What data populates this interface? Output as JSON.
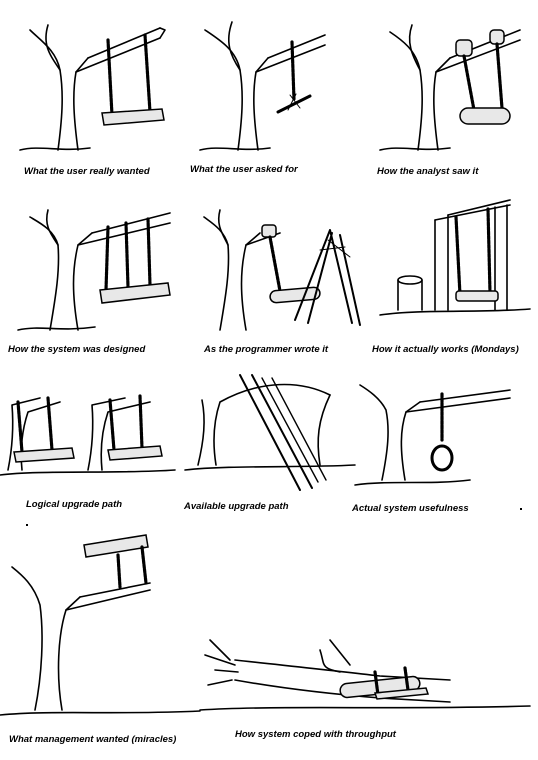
{
  "captions": {
    "user_wanted": "What the user really wanted",
    "user_asked": "What the user asked for",
    "analyst": "How the analyst saw it",
    "designed": "How the system was designed",
    "programmer": "As the programmer wrote it",
    "actually_works": "How it actually works (Mondays)",
    "logical_upgrade": "Logical upgrade path",
    "available_upgrade": "Available upgrade path",
    "usefulness": "Actual system usefulness",
    "management": "What management wanted (miracles)",
    "throughput": "How system coped with throughput"
  }
}
